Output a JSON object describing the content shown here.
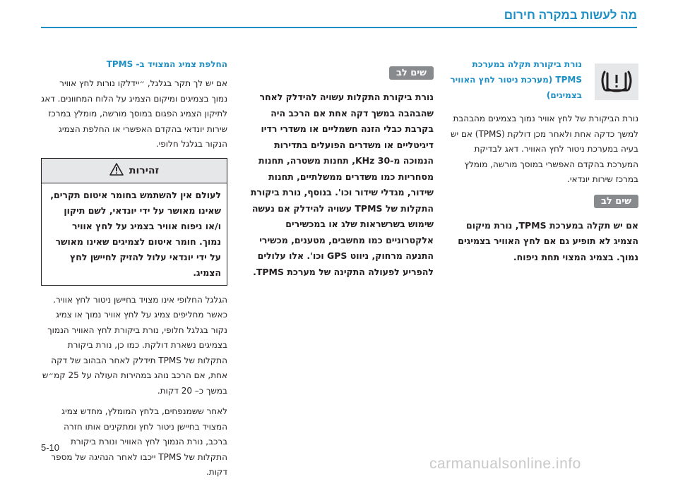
{
  "header": {
    "title": "מה לעשות במקרה חירום"
  },
  "page_number": "5-10",
  "footer_url": "carmanualsonline.info",
  "col1": {
    "icon": "tpms-warning-icon",
    "subheading": "נורת ביקורת תקלה במערכת TPMS (מערכת ניטור לחץ האוויר בצמיגים)",
    "body": "נורת הביקורת של לחץ אוויר נמוך בצמיגים מהבהבת למשך כדקה אחת ולאחר מכן דולקת (TPMS) אם יש בעיה במערכת ניטור לחץ האוויר. דאג לבדיקת המערכת בהקדם האפשרי במוסך מורשה, מומלץ במרכז שירות יונדאי.",
    "note_label": "שים לב",
    "bold_text": "אם יש תקלה במערכת TPMS, נורת מיקום הצמיג לא תופיע גם אם לחץ האוויר בצמיגים נמוך. בצמיג המצוי תחת ניפוח."
  },
  "col2": {
    "note_label": "שים לב",
    "bold_text": "נורת ביקורת התקלות עשויה להידלק לאחר שהבהבה במשך דקה אחת אם הרכב היה בקרבת כבלי הזנה חשמליים או משדרי רדיו דיגיטליים או משדרים הפועלים בתדירות הנמוכה מ-30 KHz, תחנות משטרה, תחנות מסחריות כמו משדרים ממשלתיים, תחנות שידור, מגדלי שידור וכו'. בנוסף, נורת ביקורת התקלות של TPMS עשויה להידלק אם נעשה שימוש בשרשראות שלג או במכשירים אלקטרוניים כמו מחשבים, מטענים, מכשירי התנעה מרחוק, ניווט GPS וכו'. אלו עלולים להפריע לפעולה התקינה של מערכת TPMS."
  },
  "col3": {
    "subheading": "החלפת צמיג המצויד ב- TPMS",
    "body1": "אם יש לך תקר בגלגל, ״יידלקו נורות לחץ אוויר נמוך בצמיגים ומיקום הצמיג על הלוח המחוונים. דאג לתיקון הצמיג הפגום במוסך מורשה, מומלץ במרכז שירות יונדאי בהקדם האפשרי או החלפת הצמיג הנקור בגלגל חלופי.",
    "warning_title": "זהירות",
    "warning_body": "לעולם אין להשתמש בחומר איטום תקרים, שאינו מאושר על ידי יונדאי, לשם תיקון ו/או ניפוח אוויר בצמיג על לחץ אוויר נמוך. חומר איטום לצמיגים שאינו מאושר על ידי יונדאי עלול להזיק לחיישן לחץ הצמיג.",
    "body2": "הגלגל החלופי אינו מצויד בחיישן ניטור לחץ אוויר. כאשר מחליפים צמיג על לחץ אוויר נמוך או צמיג נקור בגלגל חלופי, נורת ביקורת לחץ האוויר הנמוך בצמיגים נשארת דולקת. כמו כן, נורת ביקורת התקלות של TPMS תידלק לאחר הבהוב של דקה אחת, אם הרכב נוהג במהירות העולה על 25 קמ״ש במשך כ– 20 דקות.",
    "body3": "לאחר ששמנפחים, בלחץ המומלץ, מחדש צמיג המצויד בחיישן ניטור לחץ ומתקינים אותו חזרה ברכב, נורת הנמוך לחץ האוויר ונורת ביקורת התקלות של TPMS ייכבו לאחר הנהיגה של מספר דקות."
  }
}
